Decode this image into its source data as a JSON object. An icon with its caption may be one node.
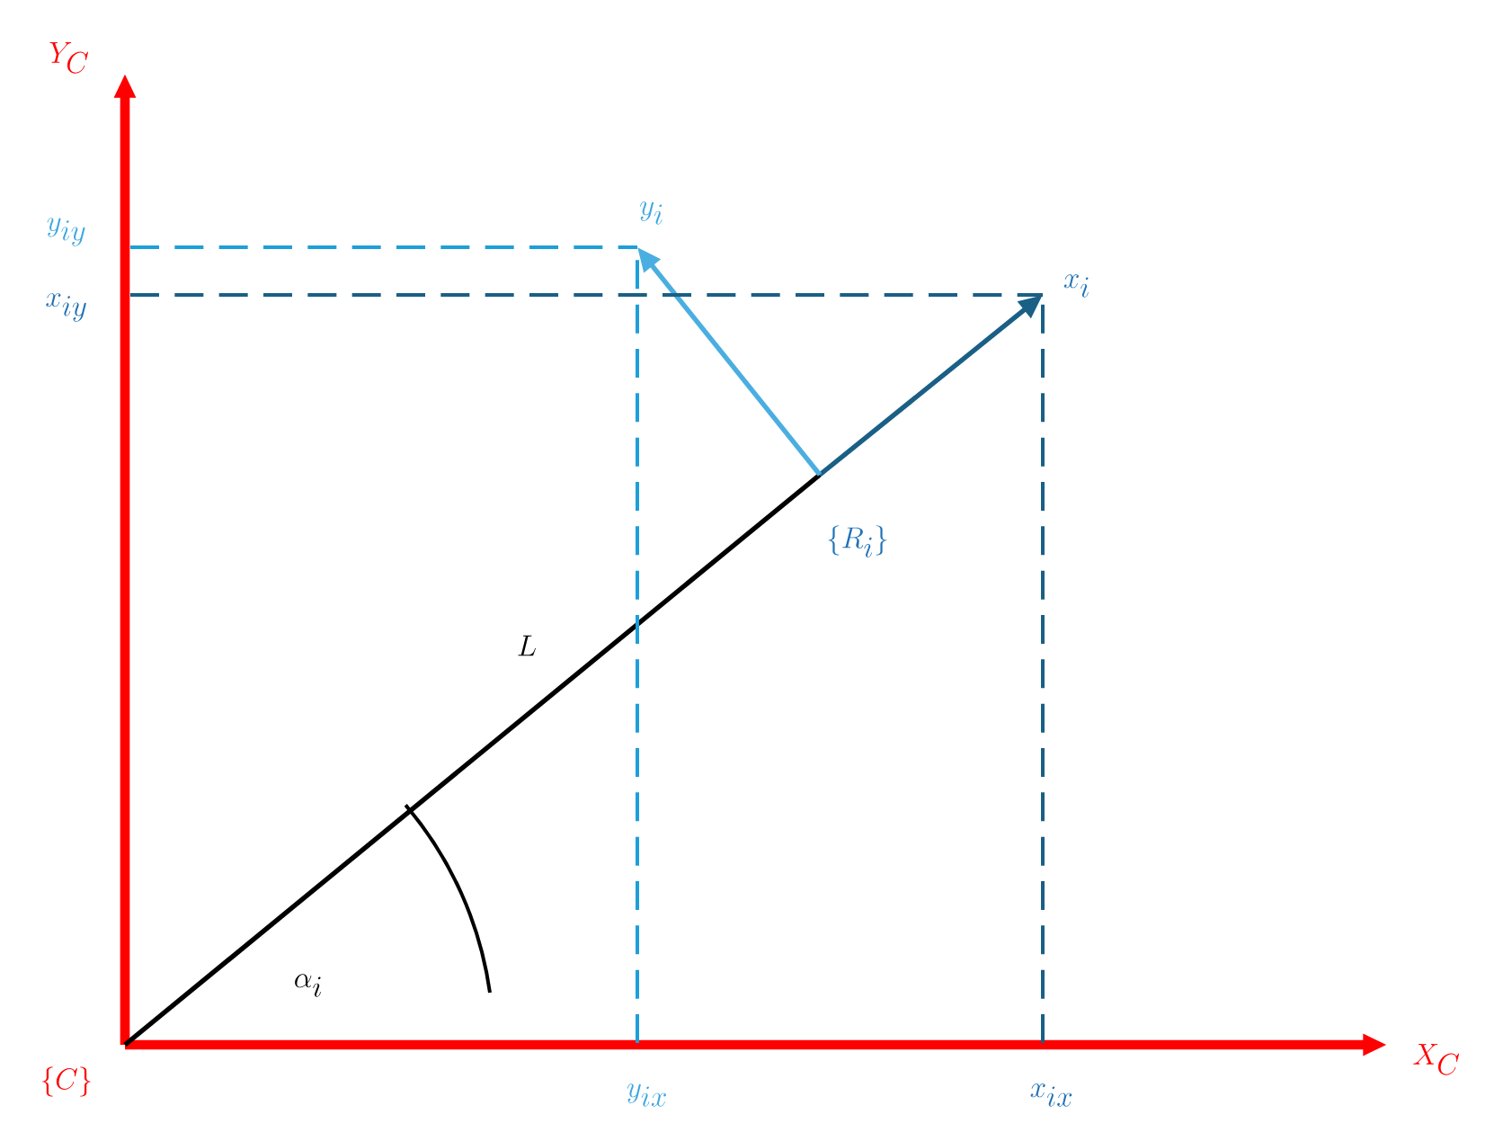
{
  "diagram": {
    "nodes": [
      {
        "text": [
          "\\{C\\}"
        ]
      },
      {
        "text": [
          "Y_C"
        ]
      },
      {
        "text": [
          "X_C"
        ]
      },
      {
        "text": [
          "\\{R_i\\}"
        ]
      },
      {
        "text": [
          "y_i"
        ]
      },
      {
        "text": [
          "x_i"
        ]
      },
      {
        "text": [
          "y_{iy}"
        ]
      },
      {
        "text": [
          "x_{iy}"
        ]
      },
      {
        "text": [
          "y_{ix}"
        ]
      },
      {
        "text": [
          "x_{ix}"
        ]
      }
    ],
    "edges": [
      {
        "from": 0,
        "to": 1,
        "arrow": "to",
        "style": "thick",
        "color": "#ff0000"
      },
      {
        "from": 0,
        "to": 2,
        "arrow": "to",
        "style": "thick",
        "color": "#ff0000"
      },
      {
        "from": 0,
        "to": 3,
        "arrow": "none",
        "label": "L",
        "color": "#000000"
      },
      {
        "from": 3,
        "to": 5,
        "arrow": "to",
        "color": "#1a5f85"
      },
      {
        "from": 3,
        "to": 4,
        "arrow": "to",
        "color": "#4aaee0"
      },
      {
        "from": 6,
        "to": 4,
        "arrow": "none",
        "style": "dashed",
        "color": "#1e9fd8"
      },
      {
        "from": 8,
        "to": 4,
        "arrow": "none",
        "style": "dashed",
        "color": "#1e9fd8"
      },
      {
        "from": 7,
        "to": 5,
        "arrow": "none",
        "style": "dashed",
        "color": "#1a5f85"
      },
      {
        "from": 9,
        "to": 5,
        "arrow": "none",
        "style": "dashed",
        "color": "#1a5f85"
      }
    ],
    "labels": [
      "\\alpha_i"
    ]
  }
}
